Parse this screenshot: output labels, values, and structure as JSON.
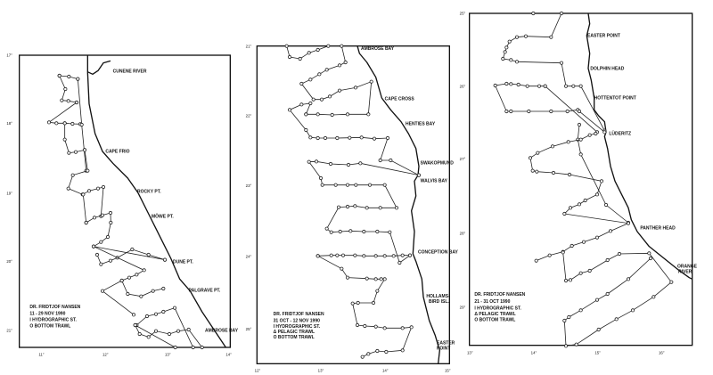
{
  "panels": [
    {
      "legend": {
        "vessel": "DR. FRIDTJOF NANSEN",
        "dates": "11 - 29 NOV 1990",
        "items": [
          "I HYDROGRAPHIC ST.",
          "O BOTTOM TRAWL"
        ]
      },
      "places": [
        "CUNENE RIVER",
        "CAPE FRIO",
        "ROCKY PT.",
        "MÖWE PT.",
        "DUNE PT.",
        "PALGRAVE PT.",
        "AMBROSE BAY"
      ],
      "lat_ticks": [
        "17°",
        "18°",
        "19°",
        "20°",
        "21°"
      ],
      "lon_ticks": [
        "11°",
        "12°",
        "13°",
        "14°"
      ]
    },
    {
      "legend": {
        "vessel": "DR. FRIDTJOF NANSEN",
        "dates": "31 OCT - 12 NOV 1990",
        "items": [
          "I HYDROGRAPHIC ST.",
          "Δ PELAGIC TRAWL",
          "O BOTTOM TRAWL"
        ]
      },
      "places": [
        "AMBROSE BAY",
        "CAPE CROSS",
        "HENTIES BAY",
        "SWAKOPMUND",
        "WALVIS BAY",
        "CONCEPTION BAY",
        "HOLLAMS-",
        "BIRD ISL.",
        "EASTER",
        "POINT"
      ],
      "lat_ticks": [
        "21°",
        "22°",
        "23°",
        "24°",
        "25°"
      ],
      "lon_ticks": [
        "12°",
        "13°",
        "14°",
        "15°"
      ]
    },
    {
      "legend": {
        "vessel": "DR. FRIDTJOF NANSEN",
        "dates": "21 - 31 OCT 1990",
        "items": [
          "I HYDROGRAPHIC ST.",
          "Δ PELAGIC TRAWL",
          "O BOTTOM TRAWL"
        ]
      },
      "places": [
        "EASTER POINT",
        "DOLPHIN HEAD",
        "HOTTENTOT POINT",
        "LÜDERITZ",
        "PANTHER HEAD",
        "ORANGE",
        "RIVER"
      ],
      "lat_ticks": [
        "25°",
        "26°",
        "27°",
        "28°",
        "29°"
      ],
      "lon_ticks": [
        "13°",
        "14°",
        "15°",
        "16°"
      ]
    }
  ]
}
